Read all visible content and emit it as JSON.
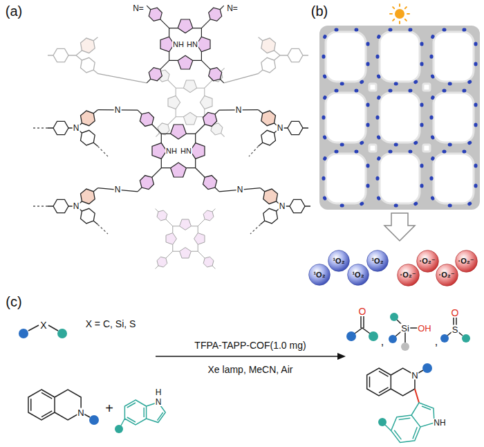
{
  "diagram": {
    "nodes": [
      {
        "text": [
          "¹O₂"
        ]
      },
      {
        "text": [
          "¹O₂"
        ]
      },
      {
        "text": [
          "¹O₂"
        ]
      },
      {
        "text": [
          "¹O₂"
        ]
      },
      {
        "text": [
          "·O₂⁻"
        ]
      },
      {
        "text": [
          "·O₂⁻"
        ]
      },
      {
        "text": [
          "·O₂⁻"
        ]
      },
      {
        "text": [
          "·O₂⁻"
        ]
      }
    ],
    "labels": [
      "(a)",
      "N=",
      "N=",
      "NH",
      "HN",
      "(b)",
      "NH",
      "HN",
      "N",
      "N",
      "N",
      "N",
      "N",
      "N",
      "N",
      "N",
      "(c)",
      "X",
      "X = C, Si, S",
      "TFPA-TAPP-COF(1.0 mg)",
      "Xe lamp, MeCN, Air",
      "O",
      ",",
      "Si",
      "OH",
      ",",
      "S",
      "O",
      "N",
      "+",
      "H",
      "N",
      "N",
      "NH"
    ]
  }
}
